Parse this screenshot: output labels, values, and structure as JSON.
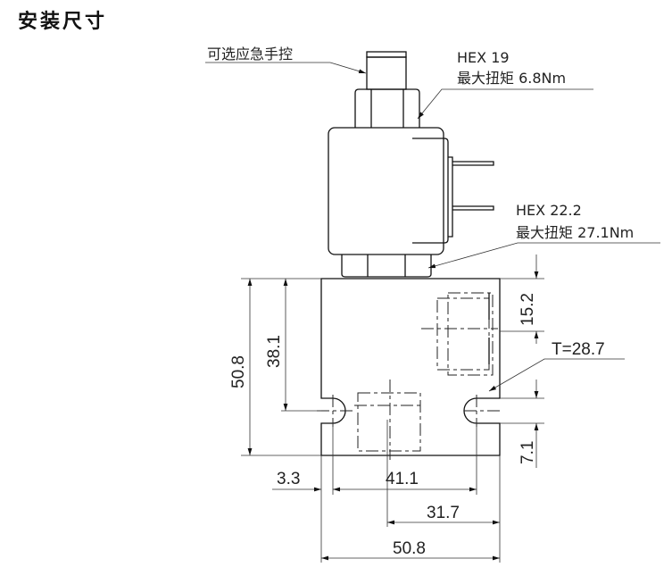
{
  "title": "安装尺寸",
  "callouts": {
    "manual": "可选应急手控",
    "hex19": "HEX 19",
    "torque19": "最大扭矩 6.8Nm",
    "hex22": "HEX 22.2",
    "torque22": "最大扭矩 27.1Nm",
    "thread": "T=28.7"
  },
  "dimensions": {
    "height_total": "50.8",
    "height_port": "38.1",
    "top_offset": "15.2",
    "slot_width": "7.1",
    "left_offset": "3.3",
    "slot_spacing": "41.1",
    "right_port": "31.7",
    "width_total": "50.8"
  }
}
